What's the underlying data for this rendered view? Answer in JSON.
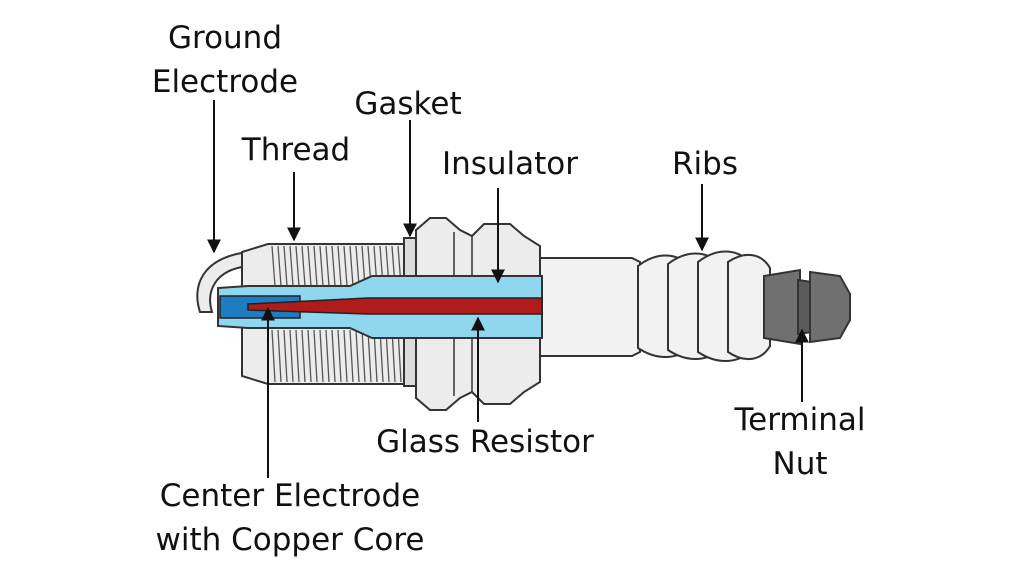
{
  "labels": {
    "ground_electrode": [
      "Ground",
      "Electrode"
    ],
    "thread": "Thread",
    "gasket": "Gasket",
    "insulator": "Insulator",
    "ribs": "Ribs",
    "terminal_nut": [
      "Terminal",
      "Nut"
    ],
    "glass_resistor": "Glass Resistor",
    "center_electrode": [
      "Center Electrode",
      "with Copper Core"
    ]
  },
  "colors": {
    "outline": "#333333",
    "metal": "#ececec",
    "insulator": "#8fd7ef",
    "center_electrode": "#1f7cc0",
    "core": "#b01c1c",
    "terminal": "#707070",
    "background": "#ffffff"
  }
}
